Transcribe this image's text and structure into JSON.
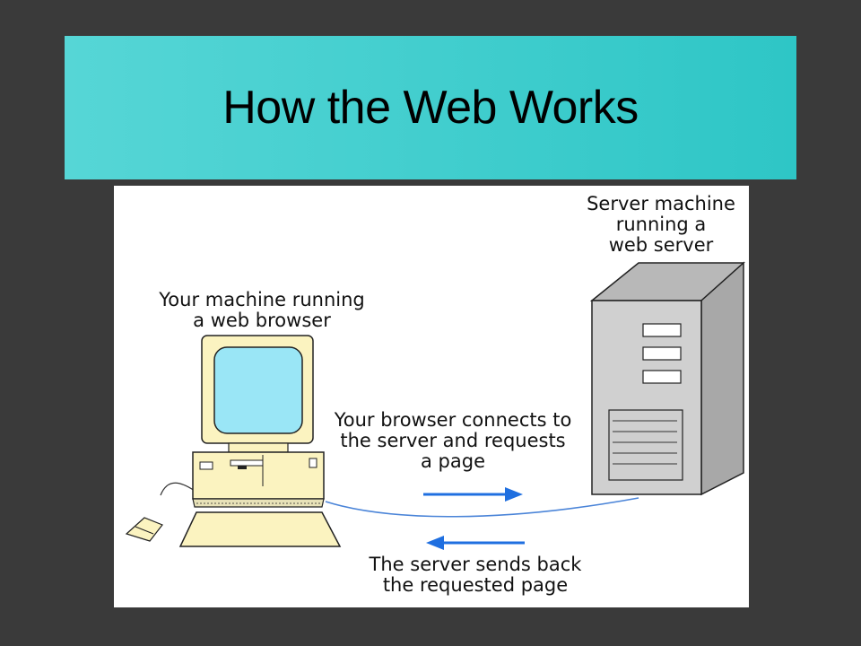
{
  "slide": {
    "title": "How the Web Works"
  },
  "diagram": {
    "client_label": [
      "Your machine running",
      "a web browser"
    ],
    "server_label": [
      "Server machine",
      "running a",
      "web server"
    ],
    "request_label": [
      "Your browser connects to",
      "the server and requests",
      "a page"
    ],
    "response_label": [
      "The server sends back",
      "the requested page"
    ],
    "colors": {
      "monitor_body": "#fbf3c0",
      "screen": "#9ae6f6",
      "server_body": "#c8c8c8",
      "arrow": "#1f6fe0",
      "cable": "#4a84d8"
    }
  }
}
